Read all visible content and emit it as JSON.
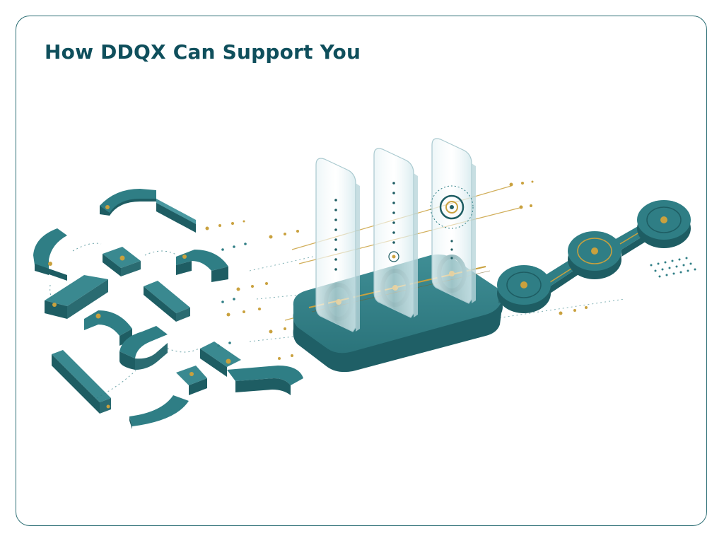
{
  "page": {
    "title": "How DDQX Can Support You"
  },
  "colors": {
    "frame": "#2c6e74",
    "title": "#0f4f5c",
    "teal": "#2f7e85",
    "teal_dark": "#1e5d63",
    "teal_light": "#4a98a0",
    "gold": "#c9a13e",
    "glass": "#cfe6ea"
  },
  "illustration": {
    "left_group": "scattered-track-pieces",
    "center": "base-platform-with-three-glass-panels",
    "right": "connected-node-chain",
    "node_count": 3,
    "panel_count": 3
  }
}
